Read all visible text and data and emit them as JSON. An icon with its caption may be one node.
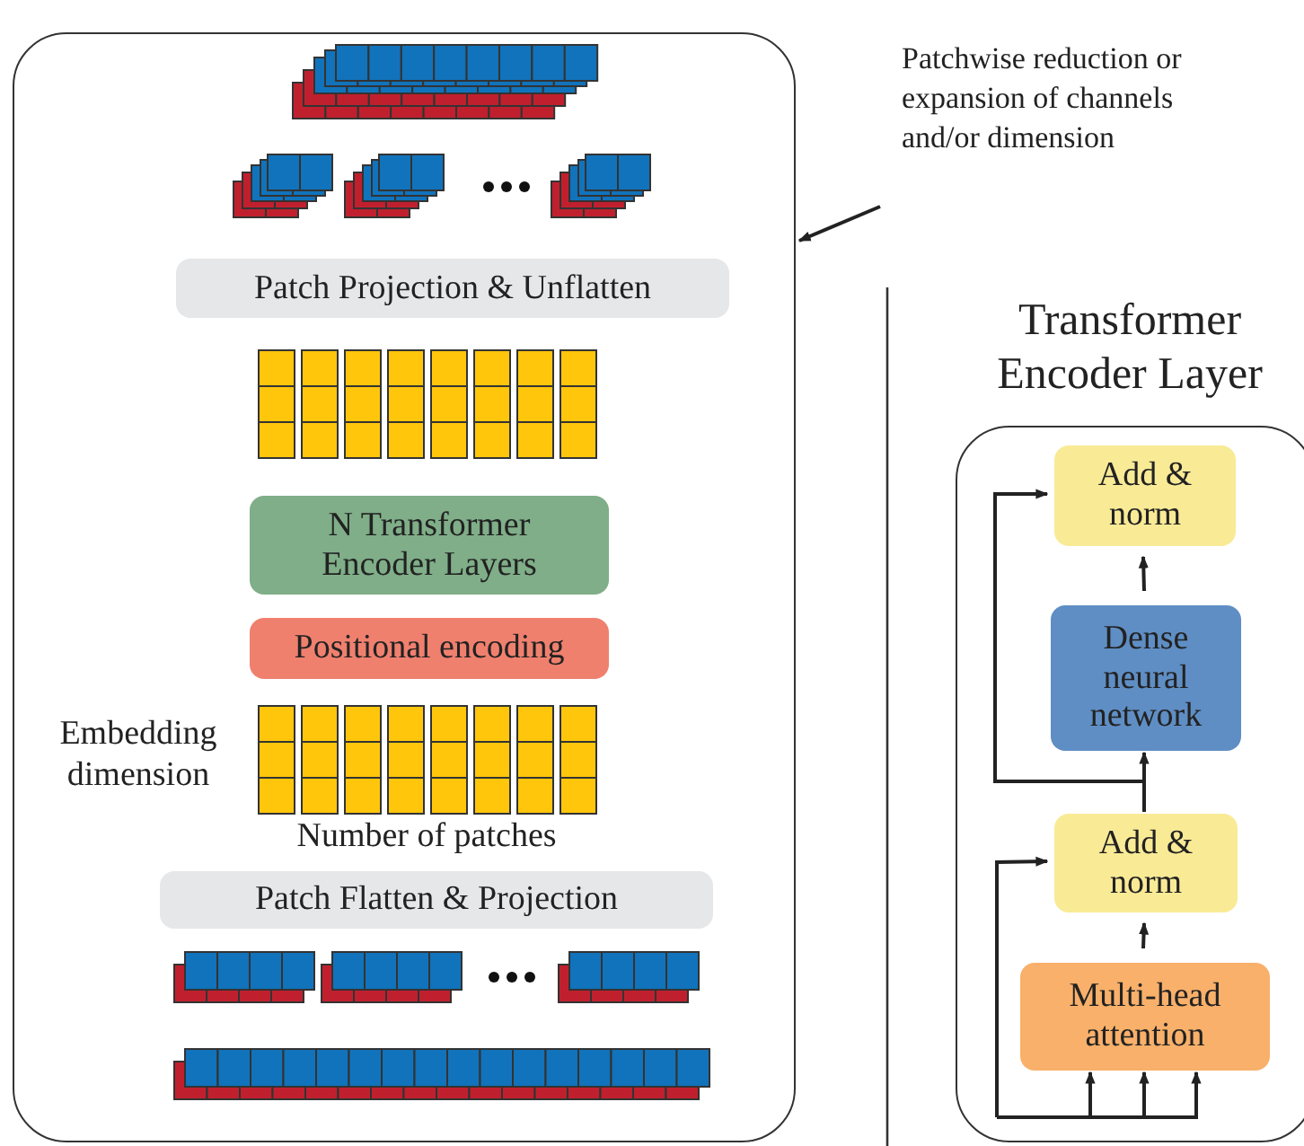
{
  "diagram": {
    "nodes": [
      {
        "text": [],
        "shape": "box"
      },
      {
        "text": [
          "Patch Projection & Unflatten"
        ],
        "in": 0
      },
      {
        "text": [
          "N Transformer Encoder Layers"
        ],
        "in": 0
      },
      {
        "text": [
          "Positional encoding"
        ],
        "in": 0
      },
      {
        "text": [
          "Patch Flatten & Projection"
        ],
        "in": 0
      },
      {
        "text": [
          "Patchwise reduction or expansion of channels and/or dimension"
        ]
      },
      {
        "text": [
          "Transformer Encoder Layer"
        ]
      },
      {
        "text": [
          "Add & norm"
        ],
        "in": 6
      },
      {
        "text": [
          "Dense neural network"
        ],
        "in": 6
      },
      {
        "text": [
          "Add & norm"
        ],
        "in": 6
      },
      {
        "text": [
          "Multi-head attention"
        ],
        "in": 6
      }
    ],
    "edges": [
      {
        "from": 5,
        "to": 0,
        "arrow": "to"
      },
      {
        "from": 8,
        "to": 7,
        "arrow": "to"
      },
      {
        "from": 10,
        "to": 9,
        "arrow": "to"
      },
      {
        "from": 9,
        "to": 8,
        "arrow": "to"
      },
      {
        "from": 9,
        "to": 7,
        "arrow": "to"
      },
      {
        "from": null,
        "to": 9,
        "arrow": "to"
      },
      {
        "from": null,
        "to": 10,
        "arrow": "to"
      },
      {
        "from": null,
        "to": 10,
        "arrow": "to"
      },
      {
        "from": null,
        "to": 10,
        "arrow": "to"
      }
    ],
    "labels": [
      "Embedding dimension",
      "Number of patches"
    ]
  }
}
